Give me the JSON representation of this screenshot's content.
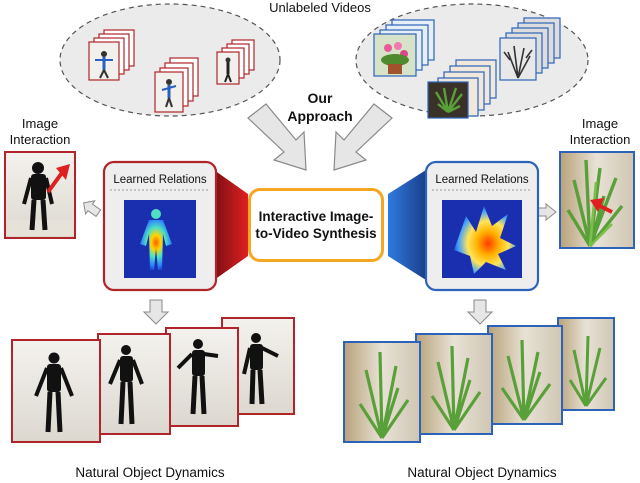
{
  "top": {
    "title": "Unlabeled Videos"
  },
  "approach": {
    "line1": "Our",
    "line2": "Approach"
  },
  "left_input": {
    "line1": "Image",
    "line2": "Interaction"
  },
  "right_input": {
    "line1": "Image",
    "line2": "Interaction"
  },
  "left_relations": {
    "title": "Learned Relations"
  },
  "right_relations": {
    "title": "Learned Relations"
  },
  "center": {
    "line1": "Interactive Image-",
    "line2": "to-Video Synthesis"
  },
  "left_output": {
    "caption": "Natural Object Dynamics"
  },
  "right_output": {
    "caption": "Natural Object Dynamics"
  },
  "colors": {
    "human_frame": "#b0242a",
    "plant_frame": "#2c63b8",
    "center_border": "#f5a623",
    "arrow_fill": "#e6e6e6",
    "arrow_stroke": "#8a8a8a"
  }
}
